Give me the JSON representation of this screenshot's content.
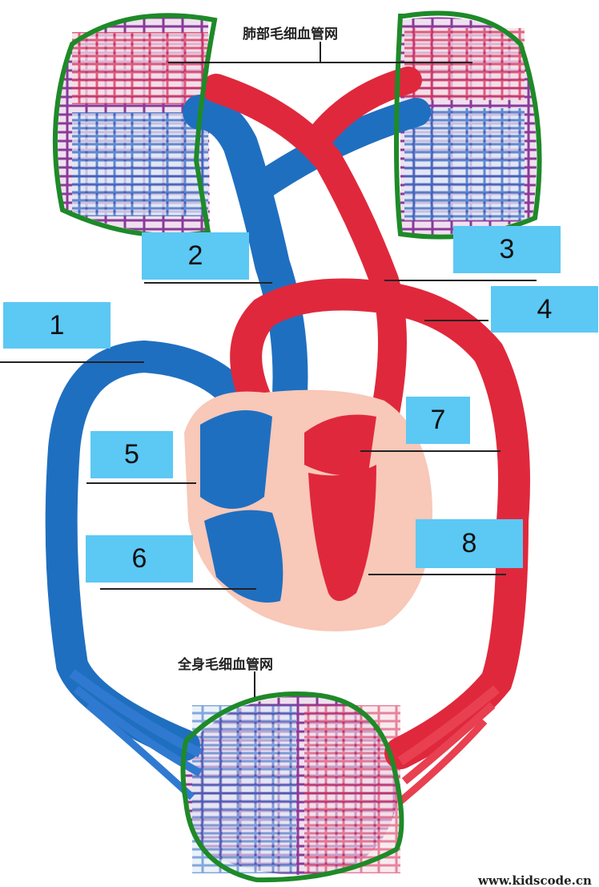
{
  "captions": {
    "pulmonary_capillary_network": "肺部毛细血管网",
    "systemic_capillary_network": "全身毛细血管网"
  },
  "labels": [
    "1",
    "2",
    "3",
    "4",
    "5",
    "6",
    "7",
    "8"
  ],
  "watermark": "www.kidscode.cn",
  "colors": {
    "artery_red": "#e0283c",
    "vein_blue": "#1f6fc0",
    "label_box": "#5cc8f4",
    "capillary_outline": "#1e8a28",
    "heart_tissue": "#f8c8b8"
  }
}
